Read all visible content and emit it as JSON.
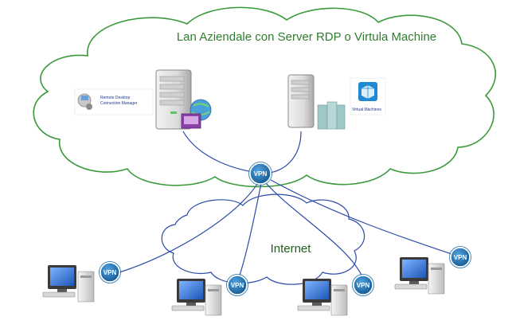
{
  "diagram": {
    "lan_title": "Lan Aziendale con Server RDP o Virtula Machine",
    "internet_label": "Internet",
    "vpn_label": "VPN",
    "rdp_caption_line1": "Remote Desktop",
    "rdp_caption_line2": "Connection Manager",
    "vm_caption": "Virtual Machines",
    "colors": {
      "cloud_stroke": "#3a9a3a",
      "link": "#2b4aa8",
      "vpn_badge": "#1e6fa8",
      "monitor_screen": "#2a6fd0"
    }
  }
}
